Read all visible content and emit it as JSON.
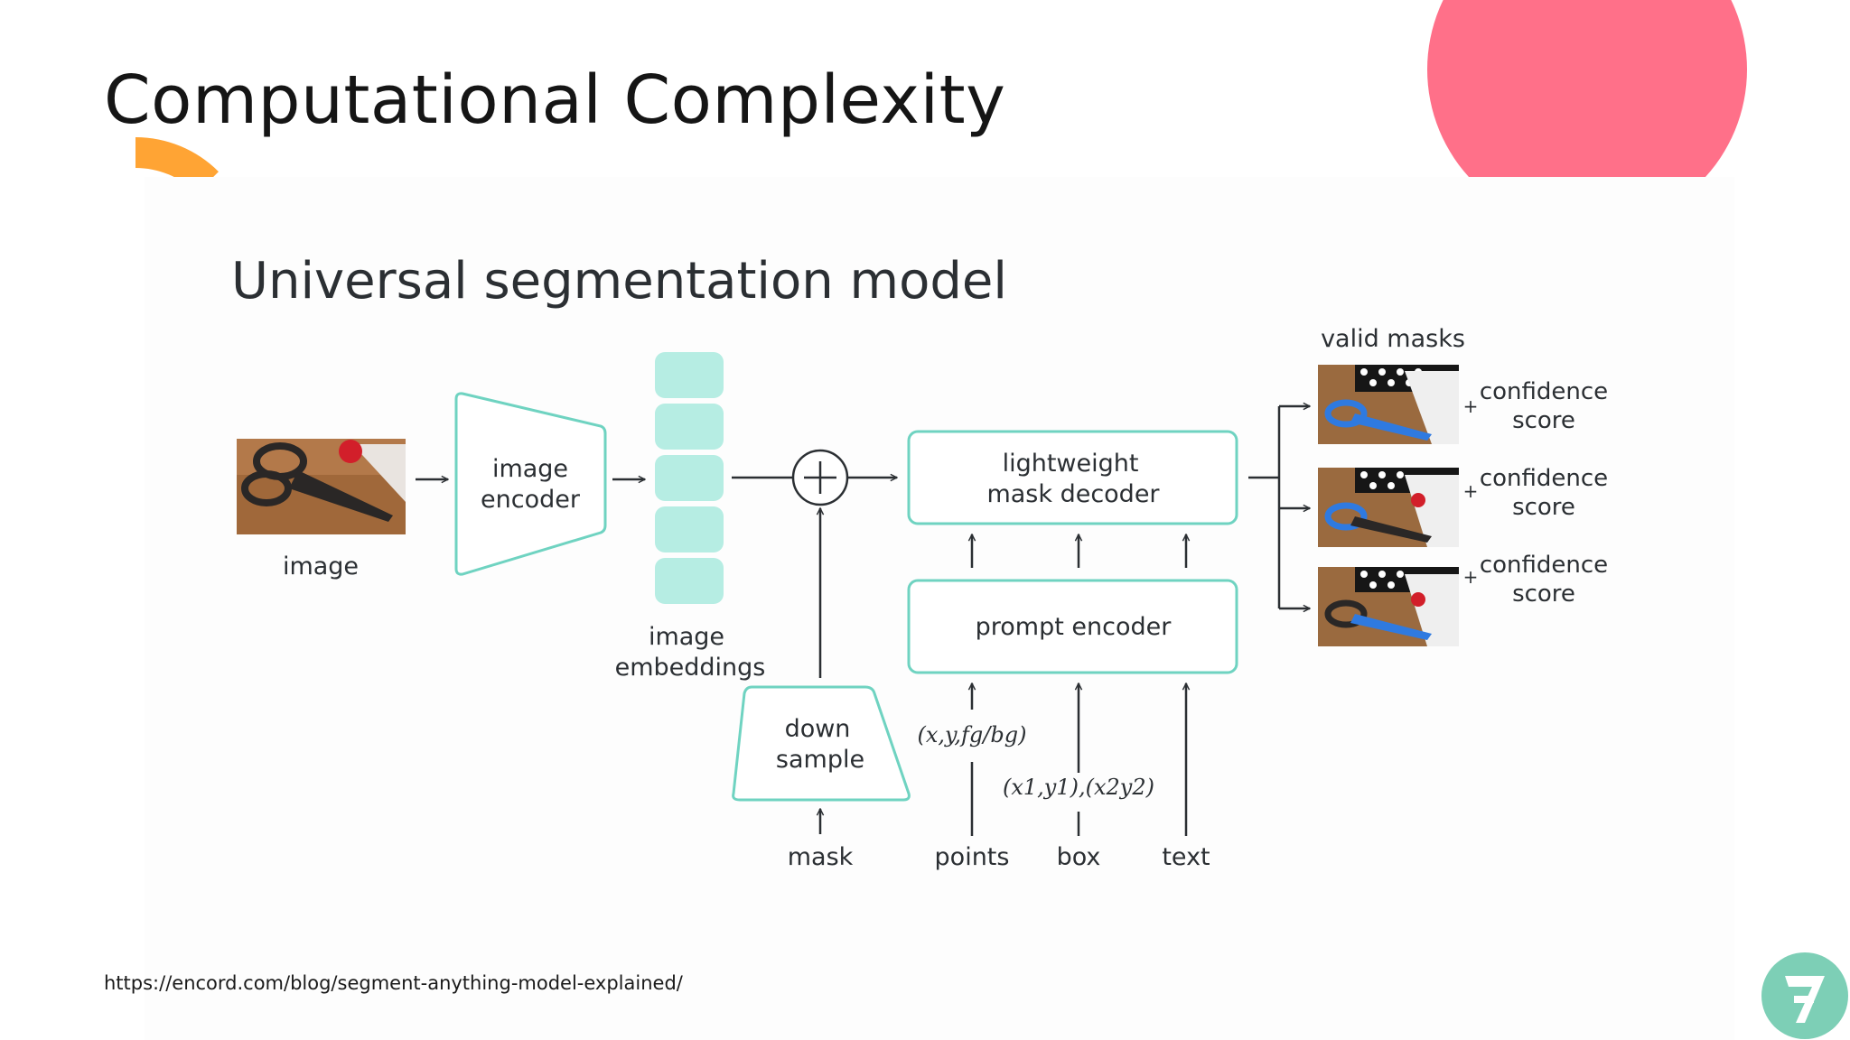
{
  "slide": {
    "title": "Computational Complexity",
    "source_url": "https://encord.com/blog/segment-anything-model-explained/"
  },
  "diagram": {
    "heading": "Universal segmentation model",
    "input_image_label": "image",
    "image_encoder": [
      "image",
      "encoder"
    ],
    "embeddings_label": [
      "image",
      "embeddings"
    ],
    "mask_decoder": [
      "lightweight",
      "mask decoder"
    ],
    "prompt_encoder": "prompt encoder",
    "down_sample": [
      "down",
      "sample"
    ],
    "mask_label": "mask",
    "points_label": "points",
    "box_label": "box",
    "text_label": "text",
    "points_annotation": "(x,y,fg/bg)",
    "box_annotation": "(x1,y1),(x2y2)",
    "valid_masks_label": "valid masks",
    "outputs": [
      {
        "plus": "+",
        "line1": "confidence",
        "line2": "score"
      },
      {
        "plus": "+",
        "line1": "confidence",
        "line2": "score"
      },
      {
        "plus": "+",
        "line1": "confidence",
        "line2": "score"
      }
    ]
  },
  "colors": {
    "accent_pink": "#ff7089",
    "accent_orange": "#ffa434",
    "accent_purple": "#6722b8",
    "teal_border": "#6fd3c1",
    "teal_fill": "#b6ede3",
    "logo": "#7dcfb6"
  },
  "icons": {
    "logo": "seven-logo-icon",
    "combine": "plus-circle-icon"
  }
}
